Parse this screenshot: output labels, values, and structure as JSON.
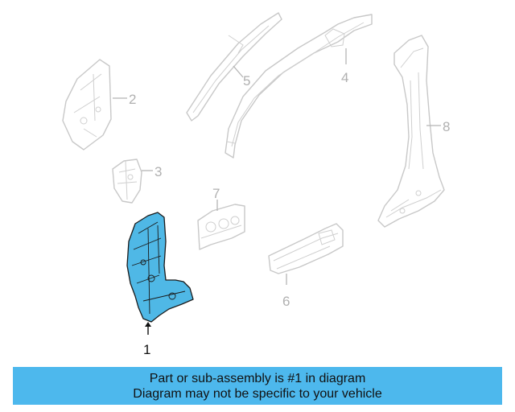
{
  "callouts": {
    "c1": "1",
    "c2": "2",
    "c3": "3",
    "c4": "4",
    "c5": "5",
    "c6": "6",
    "c7": "7",
    "c8": "8"
  },
  "banner": {
    "line1": "Part or sub-assembly is #1 in diagram",
    "line2": "Diagram may not be specific to your vehicle"
  },
  "colors": {
    "highlight": "#4fb8e6",
    "banner": "#4db8ed"
  }
}
